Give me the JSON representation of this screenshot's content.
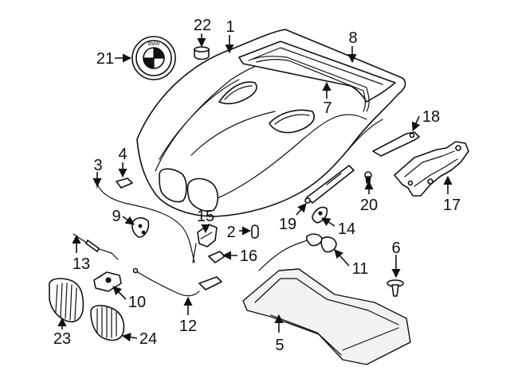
{
  "callouts": {
    "c1": "1",
    "c2": "2",
    "c3": "3",
    "c4": "4",
    "c5": "5",
    "c6": "6",
    "c7": "7",
    "c8": "8",
    "c9": "9",
    "c10": "10",
    "c11": "11",
    "c12": "12",
    "c13": "13",
    "c14": "14",
    "c15": "15",
    "c16": "16",
    "c17": "17",
    "c18": "18",
    "c19": "19",
    "c20": "20",
    "c21": "21",
    "c22": "22",
    "c23": "23",
    "c24": "24"
  },
  "emblem_text": {
    "top": "BMW"
  },
  "colors": {
    "line": "#111111",
    "background": "#ffffff"
  }
}
